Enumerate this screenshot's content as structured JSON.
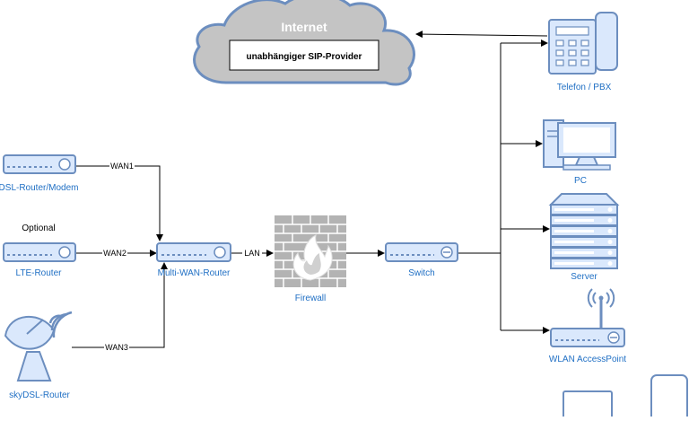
{
  "cloud": {
    "title": "Internet",
    "provider": "unabhängiger SIP-Provider"
  },
  "devices": {
    "telefon": "Telefon / PBX",
    "pc": "PC",
    "server": "Server",
    "wlan": "WLAN AccessPoint",
    "dsl": "DSL-Router/Modem",
    "optional": "Optional",
    "lte": "LTE-Router",
    "skydsl": "skyDSL-Router",
    "multiwan": "Multi-WAN-Router",
    "firewall": "Firewall",
    "switch": "Switch"
  },
  "links": {
    "wan1": "WAN1",
    "wan2": "WAN2",
    "wan3": "WAN3",
    "lan": "LAN"
  },
  "colors": {
    "device_fill": "#dae8fc",
    "device_stroke": "#6c8ebf",
    "cloud_fill": "#c4c4c4",
    "cloud_stroke": "#6c8ebf",
    "label_blue": "#1f6fc4",
    "firewall_gray": "#b3b3b3",
    "flame": "#ffffff"
  }
}
